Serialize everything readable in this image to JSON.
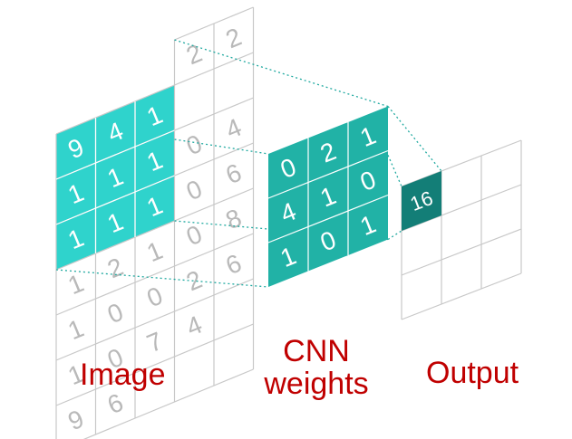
{
  "image_grid": {
    "rows": [
      [
        "9",
        "4",
        "1",
        "2",
        "2"
      ],
      [
        "1",
        "1",
        "1",
        "0",
        "4"
      ],
      [
        "1",
        "1",
        "1",
        "0",
        "6"
      ],
      [
        "1",
        "2",
        "1",
        "0",
        "8"
      ],
      [
        "1",
        "0",
        "0",
        "2",
        "6"
      ],
      [
        "1",
        "0",
        "7",
        "4",
        ""
      ],
      [
        "9",
        "6",
        "",
        "",
        ""
      ]
    ]
  },
  "weights_grid": {
    "rows": [
      [
        "0",
        "2",
        "1"
      ],
      [
        "4",
        "1",
        "0"
      ],
      [
        "1",
        "0",
        "1"
      ]
    ]
  },
  "output_grid": {
    "value": "16"
  },
  "labels": {
    "image": "Image",
    "weights_line1": "CNN",
    "weights_line2": "weights",
    "output": "Output"
  },
  "colors": {
    "highlight_fill": "#2fd3cc",
    "weights_fill": "#21b2a6",
    "output_cell_fill": "#137e77",
    "grid_line": "#c8c8c8",
    "digit_gray": "#b9b9b9",
    "label_red": "#c00000",
    "dotted_line": "#20a9a0"
  }
}
